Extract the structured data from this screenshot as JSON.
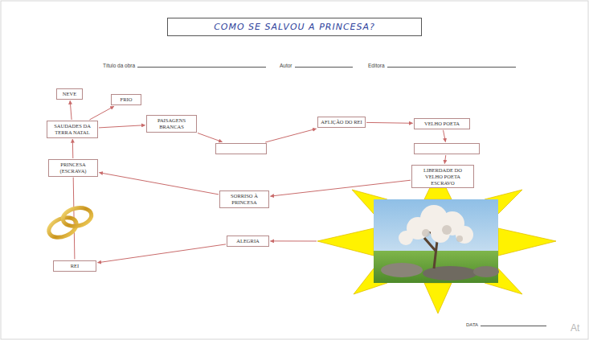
{
  "diagram": {
    "title": "COMO SE SALVOU A PRINCESA?",
    "nodes": [
      {
        "text": [
          "NEVE"
        ]
      },
      {
        "text": [
          "FRIO"
        ]
      },
      {
        "text": [
          "SAUDADES DA TERRA NATAL"
        ]
      },
      {
        "text": [
          "PAISAGENS BRANCAS"
        ]
      },
      {
        "text": [
          "AFLIÇÃO DO REI"
        ]
      },
      {
        "text": [
          "VELHO POETA"
        ]
      },
      {
        "text": []
      },
      {
        "text": []
      },
      {
        "text": [
          "PRINCESA (ESCRAVA)"
        ]
      },
      {
        "text": [
          "LIBERDADE DO VELHO POETA ESCRAVO"
        ]
      },
      {
        "text": [
          "SORRISO À PRINCESA"
        ]
      },
      {
        "text": [
          "ALEGRIA"
        ]
      },
      {
        "text": [
          "REI"
        ]
      }
    ],
    "edges": [
      {
        "from": 8,
        "to": 2,
        "arrow": "to"
      },
      {
        "from": 2,
        "to": 0,
        "arrow": "to"
      },
      {
        "from": 2,
        "to": 1,
        "arrow": "to"
      },
      {
        "from": 2,
        "to": 3,
        "arrow": "to"
      },
      {
        "from": 3,
        "to": 6,
        "arrow": "to"
      },
      {
        "from": 6,
        "to": 4,
        "arrow": "to"
      },
      {
        "from": 4,
        "to": 5,
        "arrow": "to"
      },
      {
        "from": 5,
        "to": 7,
        "arrow": "to"
      },
      {
        "from": 7,
        "to": 9,
        "arrow": "to"
      },
      {
        "from": 9,
        "to": 10,
        "arrow": "to"
      },
      {
        "from": 10,
        "to": 8,
        "arrow": "to"
      },
      {
        "from": 8,
        "to": 12,
        "arrow": "none"
      },
      {
        "from": 11,
        "to": 12,
        "arrow": "to"
      }
    ],
    "labels": [
      "Título da obra",
      "Autor",
      "Editora",
      "DATA",
      "At"
    ]
  }
}
